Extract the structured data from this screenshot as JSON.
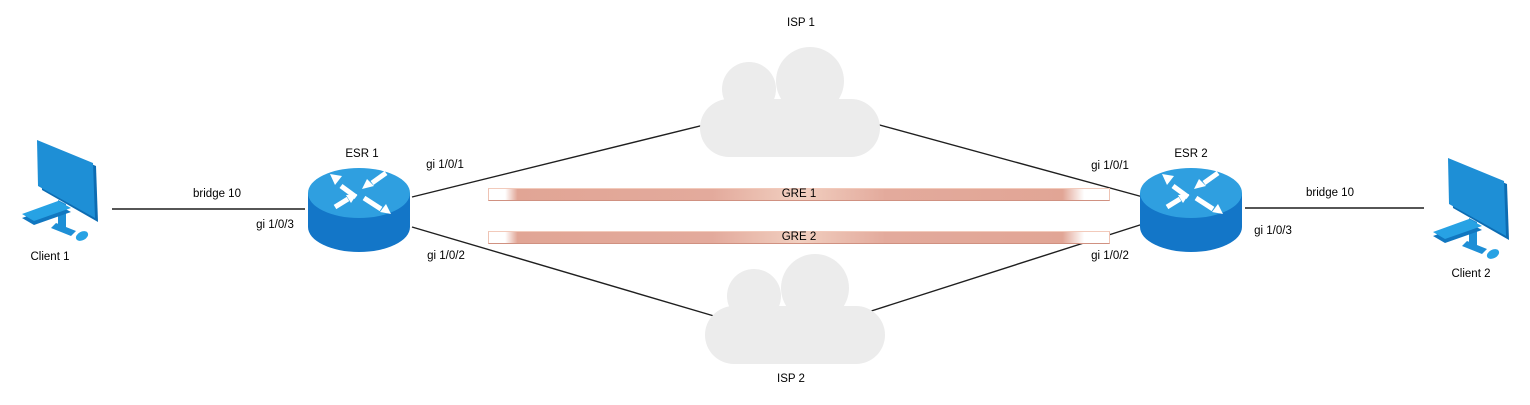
{
  "diagram": {
    "type": "network-topology",
    "nodes": {
      "client1": {
        "label": "Client 1",
        "icon": "desktop-computer-icon"
      },
      "esr1": {
        "label": "ESR 1",
        "icon": "router-icon"
      },
      "isp1": {
        "label": "ISP 1",
        "icon": "cloud-icon"
      },
      "isp2": {
        "label": "ISP 2",
        "icon": "cloud-icon"
      },
      "esr2": {
        "label": "ESR 2",
        "icon": "router-icon"
      },
      "client2": {
        "label": "Client 2",
        "icon": "desktop-computer-icon"
      }
    },
    "links": {
      "client1_esr1": {
        "label": "bridge 10"
      },
      "esr2_client2": {
        "label": "bridge 10"
      }
    },
    "tunnels": {
      "gre1": {
        "label": "GRE 1"
      },
      "gre2": {
        "label": "GRE 2"
      }
    },
    "interfaces": {
      "esr1": {
        "isp1_side": "gi 1/0/1",
        "isp2_side": "gi 1/0/2",
        "client_side": "gi 1/0/3"
      },
      "esr2": {
        "isp1_side": "gi 1/0/1",
        "isp2_side": "gi 1/0/2",
        "client_side": "gi 1/0/3"
      }
    },
    "colors": {
      "device_blue_top": "#2f9fe0",
      "device_blue_body": "#1376c8",
      "client_blue": "#1e8fd6",
      "client_blue_light": "#27a2e4",
      "cloud_gray": "#ececec",
      "tunnel_salmon": "#e2a89a",
      "tunnel_salmon_light": "#f1cfc0",
      "line_color": "#1f1f1f",
      "label_color": "#000000",
      "background": "#ffffff"
    }
  }
}
